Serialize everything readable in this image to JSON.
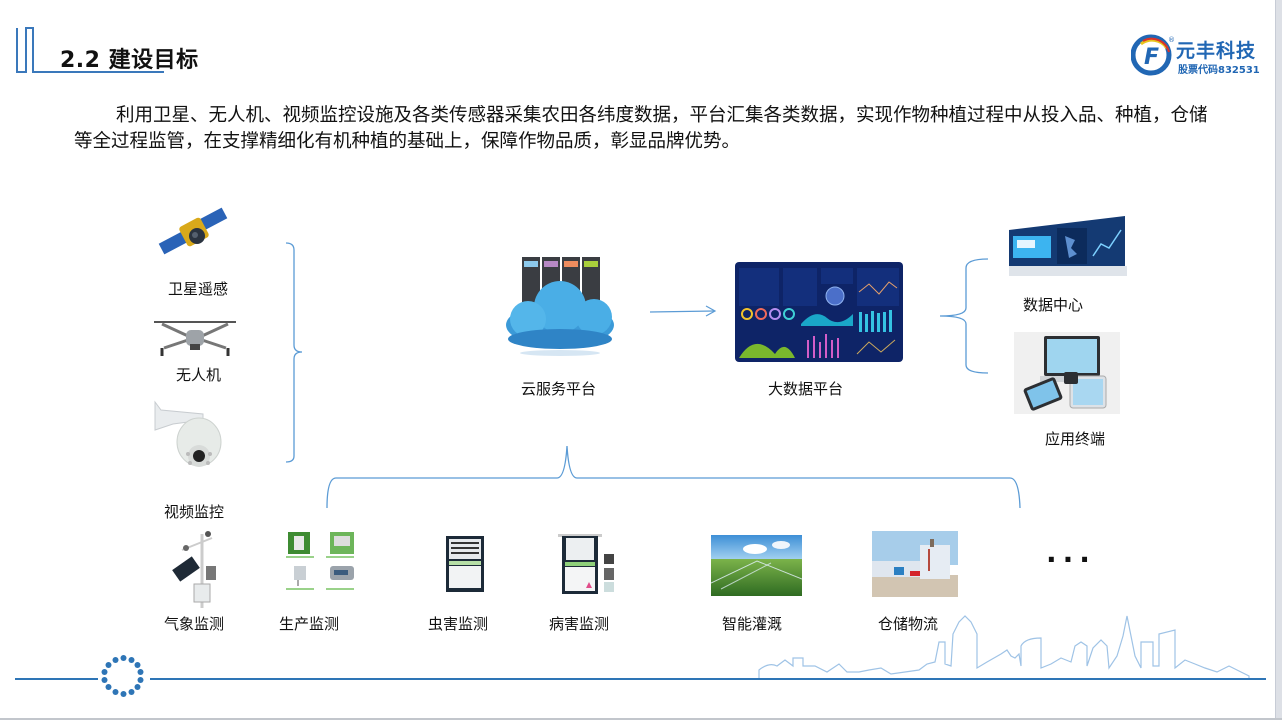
{
  "header": {
    "section_title": "2.2 建设目标",
    "logo": {
      "company_name": "元丰科技",
      "stock_code": "股票代码832531",
      "registered_mark": "®",
      "brand_color": "#2167b4"
    }
  },
  "intro_paragraph": "利用卫星、无人机、视频监控设施及各类传感器采集农田各纬度数据，平台汇集各类数据，实现作物种植过程中从投入品、种植，仓储等全过程监管，在支撑精细化有机种植的基础上，保障作物品质，彰显品牌优势。",
  "diagram": {
    "data_sources": [
      {
        "label": "卫星遥感",
        "icon": "satellite-icon"
      },
      {
        "label": "无人机",
        "icon": "drone-icon"
      },
      {
        "label": "视频监控",
        "icon": "ptz-camera-icon"
      }
    ],
    "platforms": [
      {
        "label": "云服务平台",
        "icon": "cloud-server-icon"
      },
      {
        "label": "大数据平台",
        "icon": "dashboard-icon"
      }
    ],
    "outputs": [
      {
        "label": "数据中心",
        "icon": "data-center-screen-icon"
      },
      {
        "label": "应用终端",
        "icon": "devices-icon"
      }
    ],
    "monitoring": [
      {
        "label": "气象监测",
        "icon": "weather-station-icon"
      },
      {
        "label": "生产监测",
        "icon": "sensors-icon"
      },
      {
        "label": "虫害监测",
        "icon": "pest-cabinet-icon"
      },
      {
        "label": "病害监测",
        "icon": "disease-cabinet-icon"
      },
      {
        "label": "智能灌溉",
        "icon": "irrigation-photo-icon"
      },
      {
        "label": "仓储物流",
        "icon": "warehouse-photo-icon"
      },
      {
        "label": "...",
        "icon": "ellipsis"
      }
    ],
    "line_color": "#5b9bd5"
  },
  "footer": {
    "line_color": "#2e75b6"
  }
}
